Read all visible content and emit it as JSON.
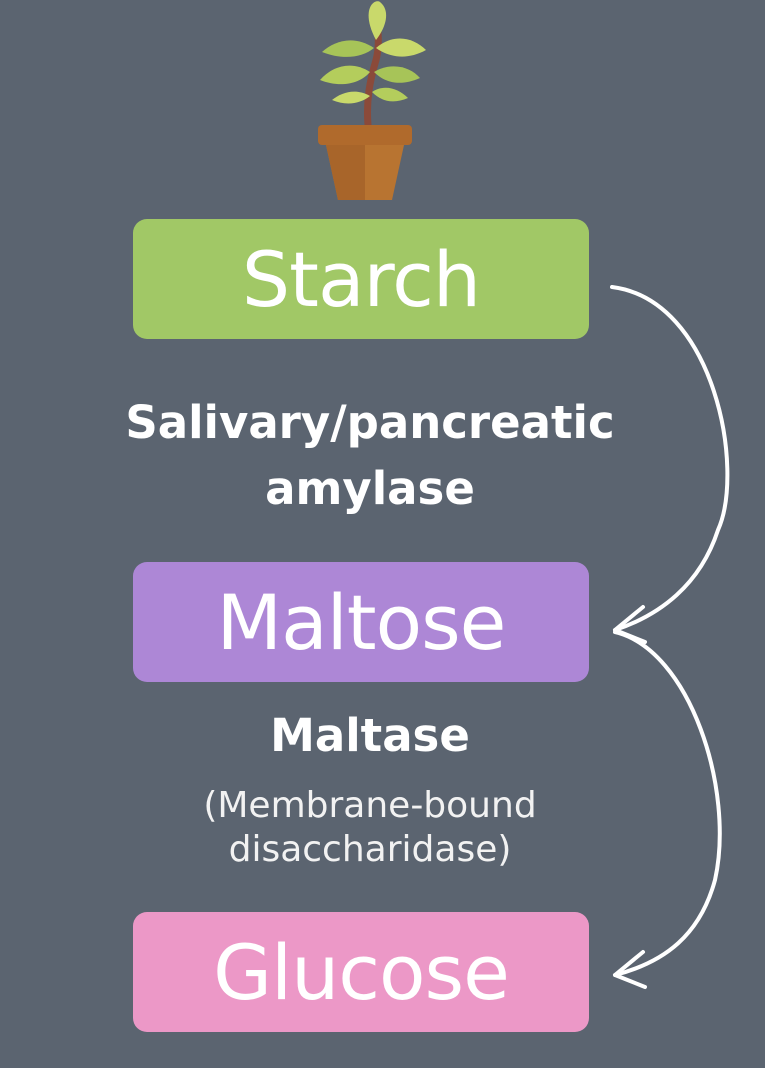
{
  "nodes": {
    "starch": "Starch",
    "maltose": "Maltose",
    "glucose": "Glucose"
  },
  "enzymes": {
    "amylase_line1": "Salivary/pancreatic",
    "amylase_line2": "amylase",
    "maltase": "Maltase",
    "maltase_note_line1": "(Membrane-bound",
    "maltase_note_line2": "disaccharidase)"
  },
  "icons": {
    "top": "potted-plant-icon",
    "arrows": "curved-arrow-icon"
  },
  "colors": {
    "background": "#5b6470",
    "starch": "#a1c866",
    "maltose": "#ad87d6",
    "glucose": "#ec98c7",
    "text": "#ffffff"
  }
}
